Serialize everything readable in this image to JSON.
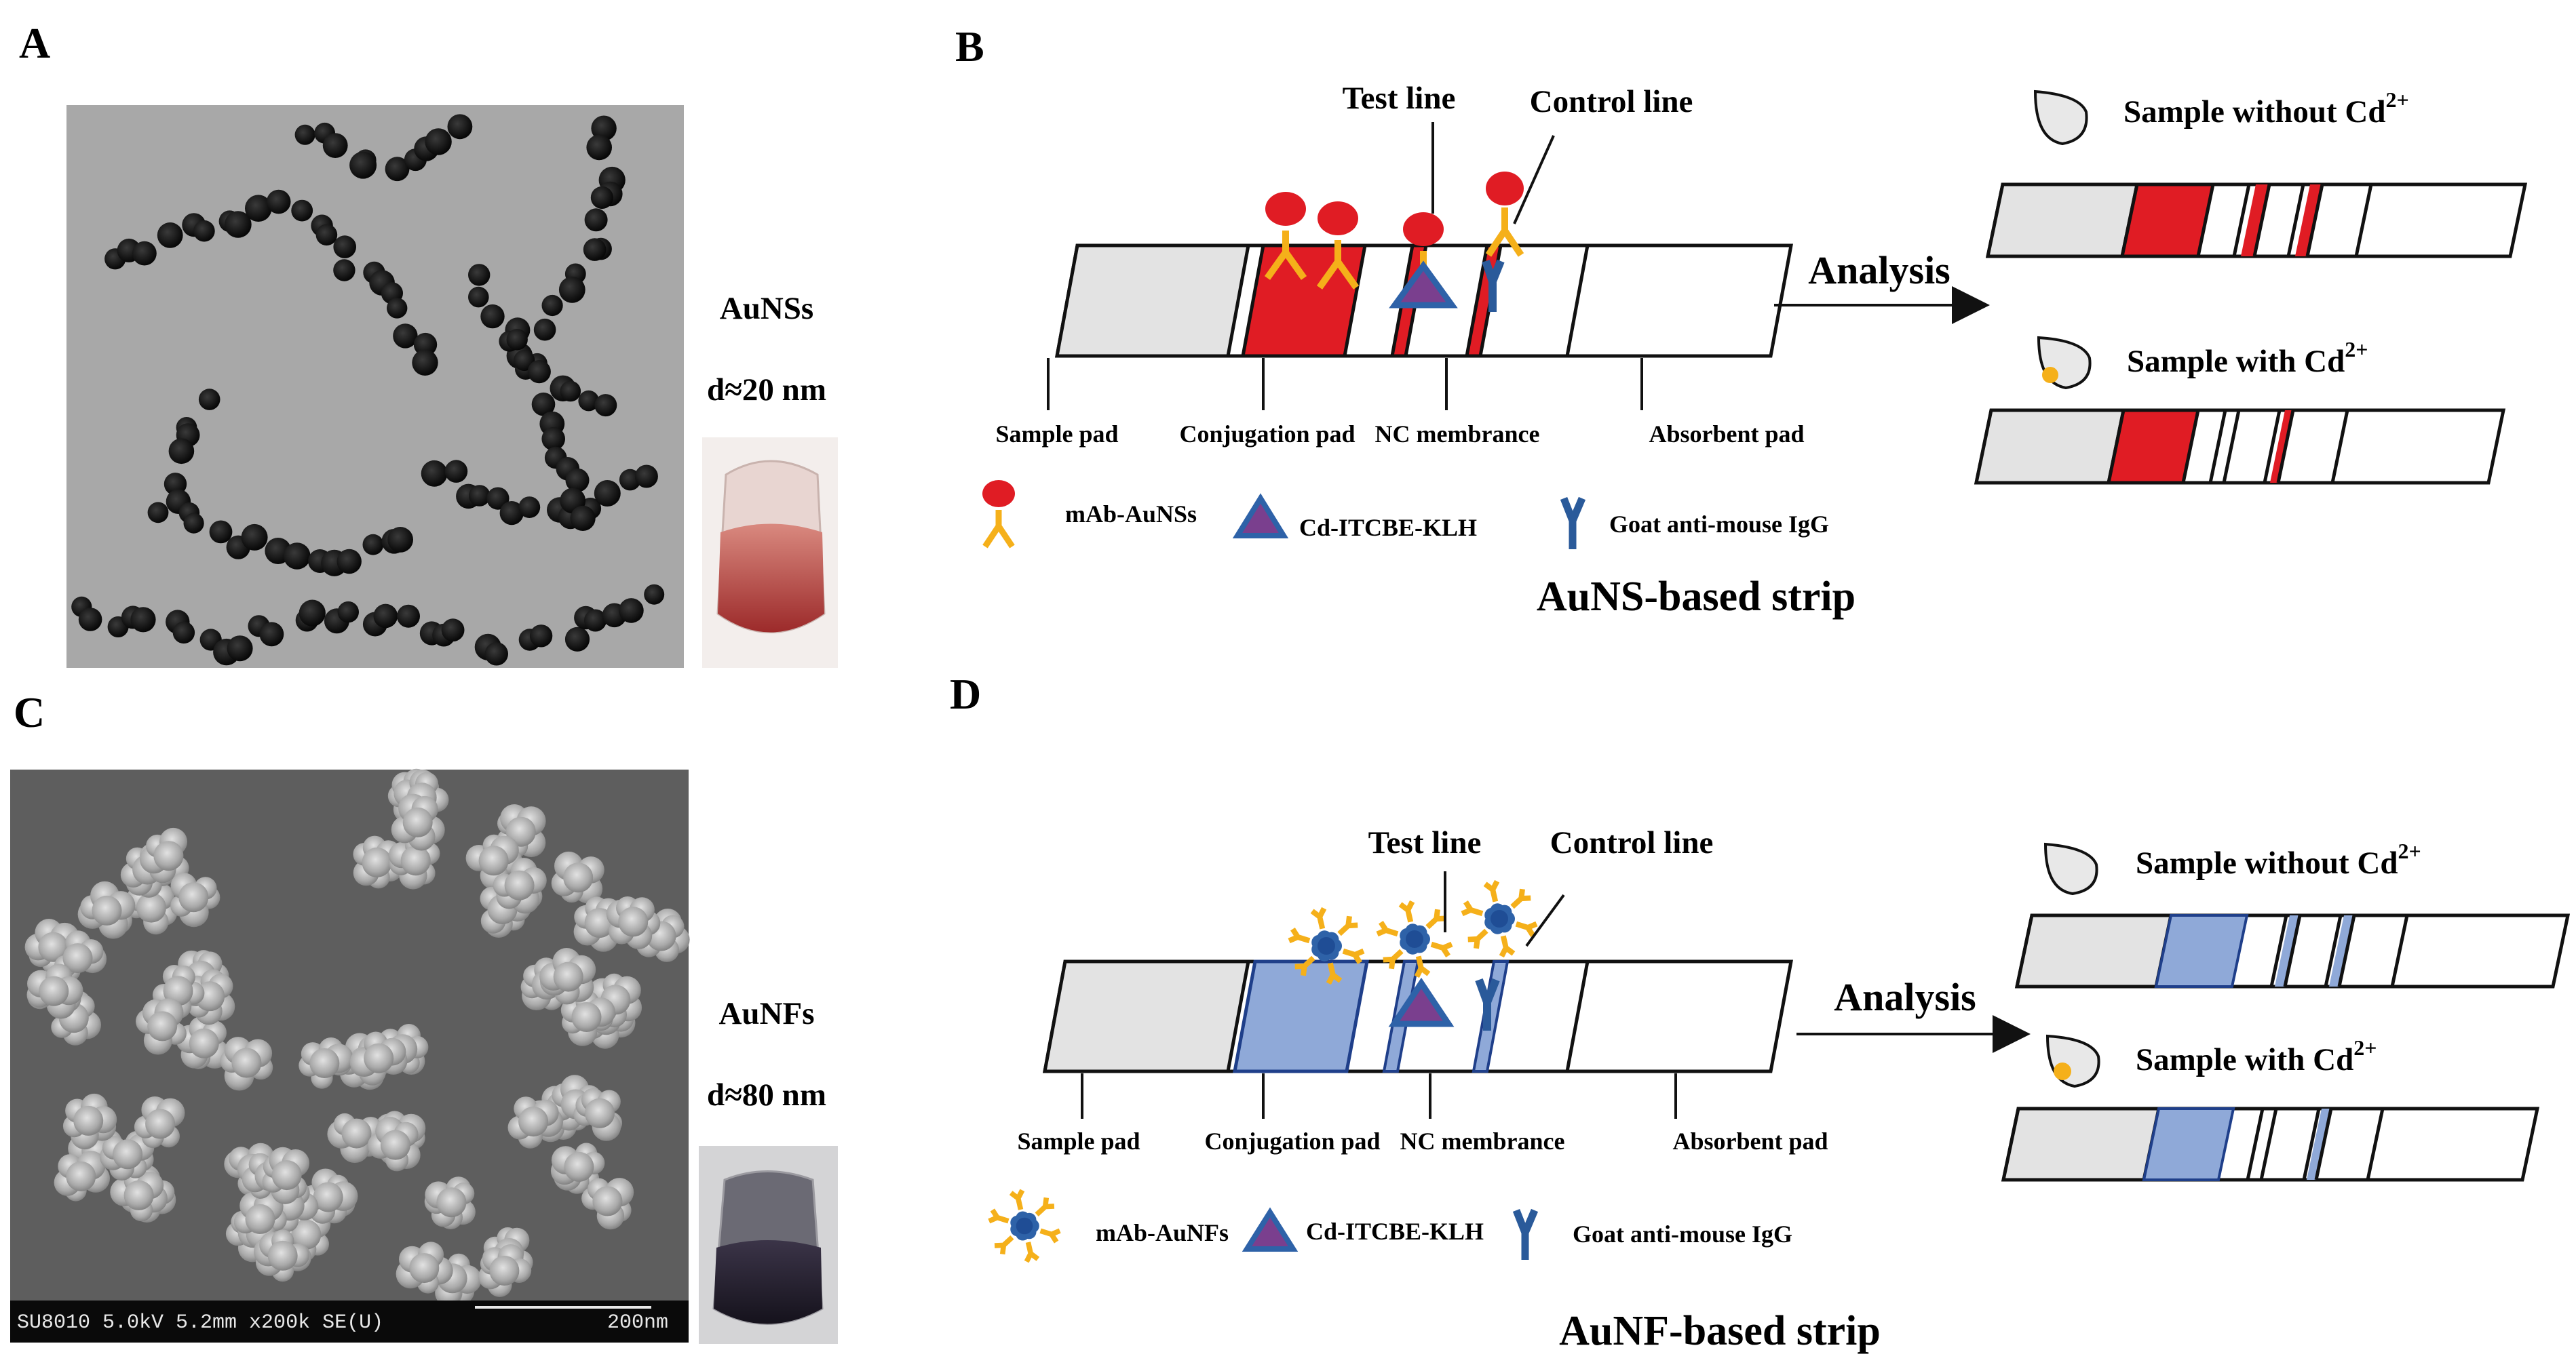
{
  "panels": {
    "A": {
      "label": "A",
      "material": "AuNSs",
      "diameter": "d≈20 nm"
    },
    "B": {
      "label": "B",
      "test_line": "Test line",
      "control_line": "Control line",
      "analysis": "Analysis",
      "sample_without": "Sample without Cd",
      "sample_with": "Sample with Cd",
      "ion_superscript": "2+",
      "pads": [
        "Sample pad",
        "Conjugation pad",
        "NC membrance",
        "Absorbent pad"
      ],
      "legend": [
        "mAb-AuNSs",
        "Cd-ITCBE-KLH",
        "Goat anti-mouse IgG"
      ],
      "title": "AuNS-based strip"
    },
    "C": {
      "label": "C",
      "material": "AuNFs",
      "diameter": "d≈80 nm",
      "sem_info": "SU8010 5.0kV 5.2mm x200k SE(U)",
      "scale_bar": "200nm"
    },
    "D": {
      "label": "D",
      "test_line": "Test line",
      "control_line": "Control line",
      "analysis": "Analysis",
      "sample_without": "Sample without Cd",
      "sample_with": "Sample with Cd",
      "ion_superscript": "2+",
      "pads": [
        "Sample pad",
        "Conjugation pad",
        "NC membrance",
        "Absorbent pad"
      ],
      "legend": [
        "mAb-AuNFs",
        "Cd-ITCBE-KLH",
        "Goat anti-mouse IgG"
      ],
      "title": "AuNF-based strip"
    }
  },
  "colors": {
    "aunp_red": "#e01c24",
    "aunf_blue": "#8fa9d8",
    "antibody_yellow": "#f5b01a",
    "antigen_blue": "#2e62a8",
    "antigen_purple": "#7a3f8e",
    "pad_gray": "#e3e3e3",
    "igg_blue": "#2a5a9a"
  }
}
